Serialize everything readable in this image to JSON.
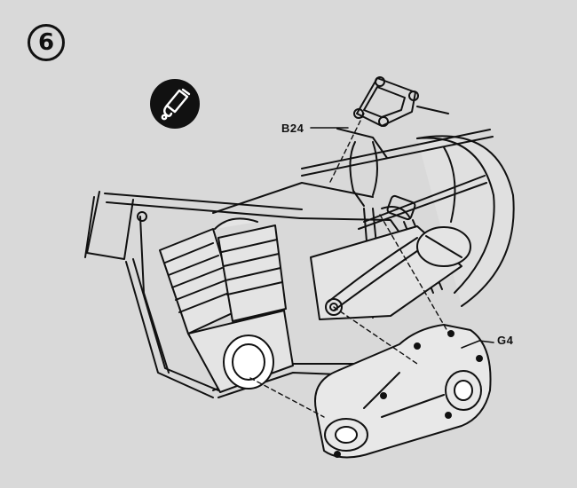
{
  "step": {
    "number": "6"
  },
  "icon": {
    "name": "glue-tube-icon"
  },
  "callouts": [
    {
      "id": "b24",
      "text": "B24"
    },
    {
      "id": "g4",
      "text": "G4"
    }
  ],
  "colors": {
    "background": "#d9d9d9",
    "line": "#111111",
    "part_fill": "#e4e4e4"
  }
}
